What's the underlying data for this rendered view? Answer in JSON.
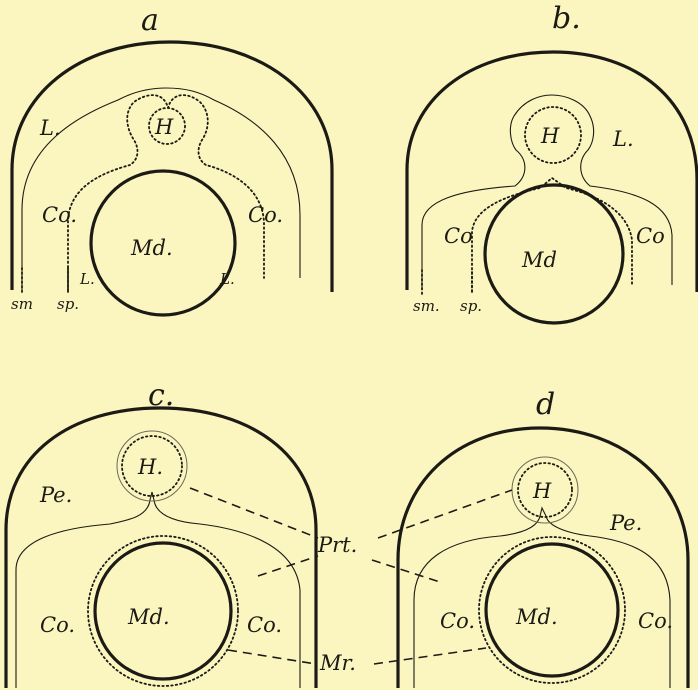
{
  "panels": {
    "a": {
      "letter": "a",
      "region_outer": "L.",
      "heart": "H",
      "coelom_left": "Co.",
      "coelom_right": "Co.",
      "gut": "Md.",
      "inner_left": "L.",
      "inner_right": "L.",
      "layer_somatic": "sm",
      "layer_splanchnic": "sp."
    },
    "b": {
      "letter": "b.",
      "region_outer": "L.",
      "heart": "H",
      "coelom_left": "Co",
      "coelom_right": "Co",
      "gut": "Md",
      "layer_somatic": "sm.",
      "layer_splanchnic": "sp."
    },
    "c": {
      "letter": "c.",
      "region_outer": "Pe.",
      "heart": "H.",
      "coelom_left": "Co.",
      "coelom_right": "Co.",
      "gut": "Md."
    },
    "d": {
      "letter": "d",
      "region_outer": "Pe.",
      "heart": "H",
      "coelom_left": "Co.",
      "coelom_right": "Co.",
      "gut": "Md."
    }
  },
  "pointers": {
    "prt": "Prt.",
    "mr": "Mr."
  }
}
